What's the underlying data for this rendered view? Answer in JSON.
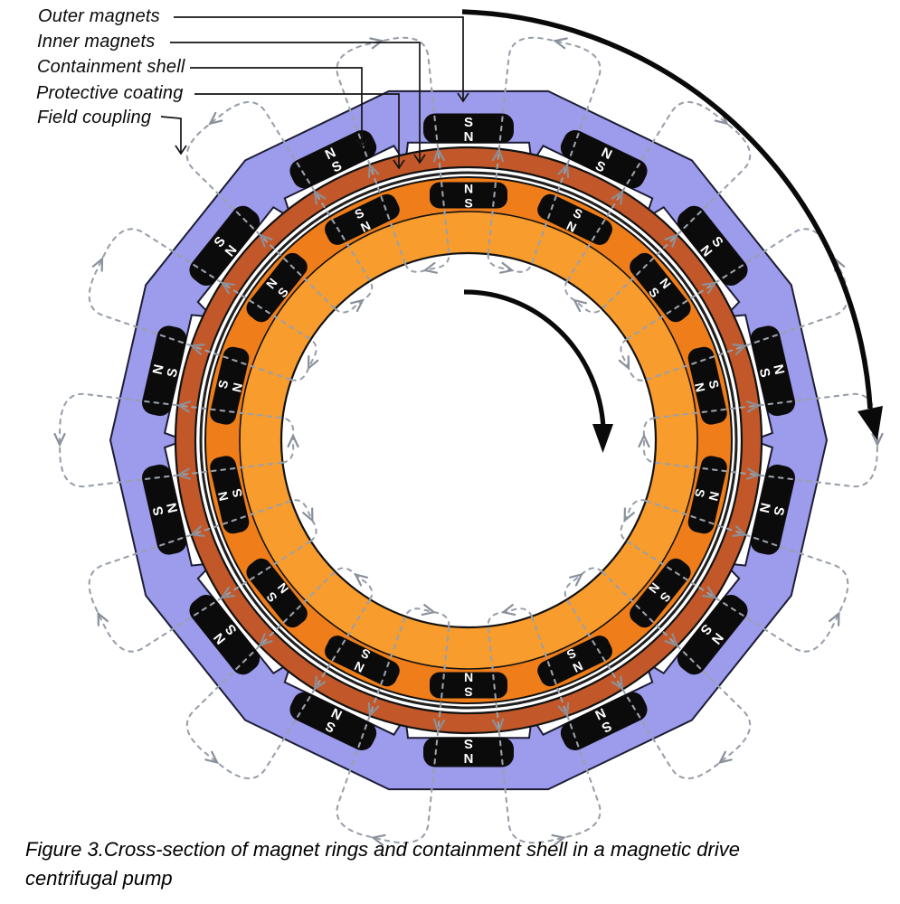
{
  "figure": {
    "caption_line1": "Figure 3.Cross-section of magnet rings and containment shell in a magnetic drive",
    "caption_line2": "centrifugal pump"
  },
  "labels": {
    "outer_magnets": "Outer magnets",
    "inner_magnets": "Inner magnets",
    "containment_shell": "Containment shell",
    "protective_coating": "Protective coating",
    "field_coupling": "Field coupling"
  },
  "diagram": {
    "magnet_pairs": 14,
    "rotation_direction": "clockwise",
    "outer_magnet_poles": [
      [
        "S",
        "N"
      ],
      [
        "N",
        "S"
      ]
    ],
    "inner_magnet_poles": [
      [
        "N",
        "S"
      ],
      [
        "S",
        "N"
      ]
    ],
    "colors": {
      "outer_ring": "#9c9bec",
      "ring_outline": "#1c1c34",
      "containment_shell": "#c2582a",
      "outline": "#121212",
      "protective_coating": "#202020",
      "magnet_strip": "#ee7d1a",
      "inner_annulus": "#f89c2e",
      "magnet_body": "#0b0b0b",
      "magnet_text": "#ffffff",
      "field_line": "#9aa0aa",
      "field_arrow": "#8a909a",
      "rotation_arrow": "#0a0a0a",
      "leader_line": "#141414"
    }
  }
}
